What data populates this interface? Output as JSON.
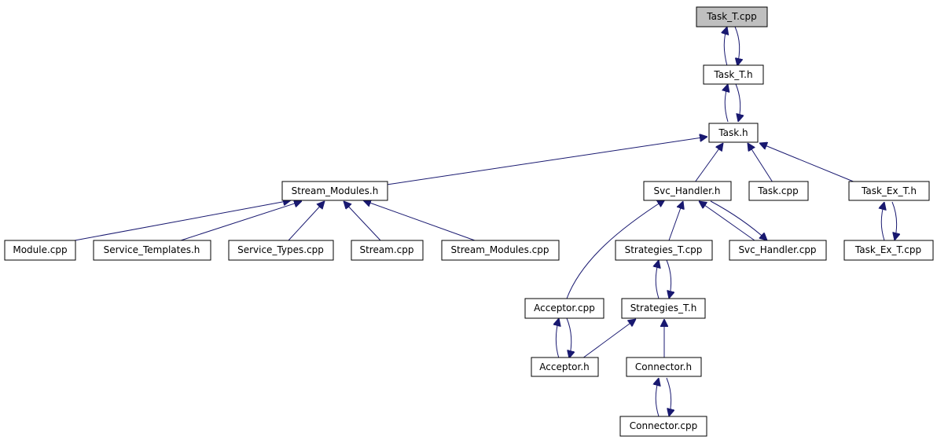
{
  "colors": {
    "edge": "#191970",
    "root_fill": "#bfbfbf",
    "node_fill": "#ffffff",
    "node_border": "#000000"
  },
  "nodes": {
    "task_t_cpp": "Task_T.cpp",
    "task_t_h": "Task_T.h",
    "task_h": "Task.h",
    "stream_modules_h": "Stream_Modules.h",
    "svc_handler_h": "Svc_Handler.h",
    "task_cpp": "Task.cpp",
    "task_ex_t_h": "Task_Ex_T.h",
    "module_cpp": "Module.cpp",
    "service_templates_h": "Service_Templates.h",
    "service_types_cpp": "Service_Types.cpp",
    "stream_cpp": "Stream.cpp",
    "stream_modules_cpp": "Stream_Modules.cpp",
    "strategies_t_cpp": "Strategies_T.cpp",
    "svc_handler_cpp": "Svc_Handler.cpp",
    "task_ex_t_cpp": "Task_Ex_T.cpp",
    "acceptor_cpp": "Acceptor.cpp",
    "strategies_t_h": "Strategies_T.h",
    "acceptor_h": "Acceptor.h",
    "connector_h": "Connector.h",
    "connector_cpp": "Connector.cpp"
  },
  "edges": [
    [
      "task_t_h",
      "task_t_cpp"
    ],
    [
      "task_t_cpp",
      "task_t_h"
    ],
    [
      "task_h",
      "task_t_h"
    ],
    [
      "task_t_h",
      "task_h"
    ],
    [
      "stream_modules_h",
      "task_h"
    ],
    [
      "svc_handler_h",
      "task_h"
    ],
    [
      "task_cpp",
      "task_h"
    ],
    [
      "task_ex_t_h",
      "task_h"
    ],
    [
      "module_cpp",
      "stream_modules_h"
    ],
    [
      "service_templates_h",
      "stream_modules_h"
    ],
    [
      "service_types_cpp",
      "stream_modules_h"
    ],
    [
      "stream_cpp",
      "stream_modules_h"
    ],
    [
      "stream_modules_cpp",
      "stream_modules_h"
    ],
    [
      "acceptor_cpp",
      "svc_handler_h"
    ],
    [
      "strategies_t_cpp",
      "svc_handler_h"
    ],
    [
      "svc_handler_cpp",
      "svc_handler_h"
    ],
    [
      "svc_handler_h",
      "svc_handler_cpp"
    ],
    [
      "task_ex_t_cpp",
      "task_ex_t_h"
    ],
    [
      "task_ex_t_h",
      "task_ex_t_cpp"
    ],
    [
      "strategies_t_h",
      "strategies_t_cpp"
    ],
    [
      "strategies_t_cpp",
      "strategies_t_h"
    ],
    [
      "acceptor_h",
      "acceptor_cpp"
    ],
    [
      "acceptor_cpp",
      "acceptor_h"
    ],
    [
      "acceptor_h",
      "strategies_t_h"
    ],
    [
      "connector_h",
      "strategies_t_h"
    ],
    [
      "connector_cpp",
      "connector_h"
    ],
    [
      "connector_h",
      "connector_cpp"
    ]
  ]
}
